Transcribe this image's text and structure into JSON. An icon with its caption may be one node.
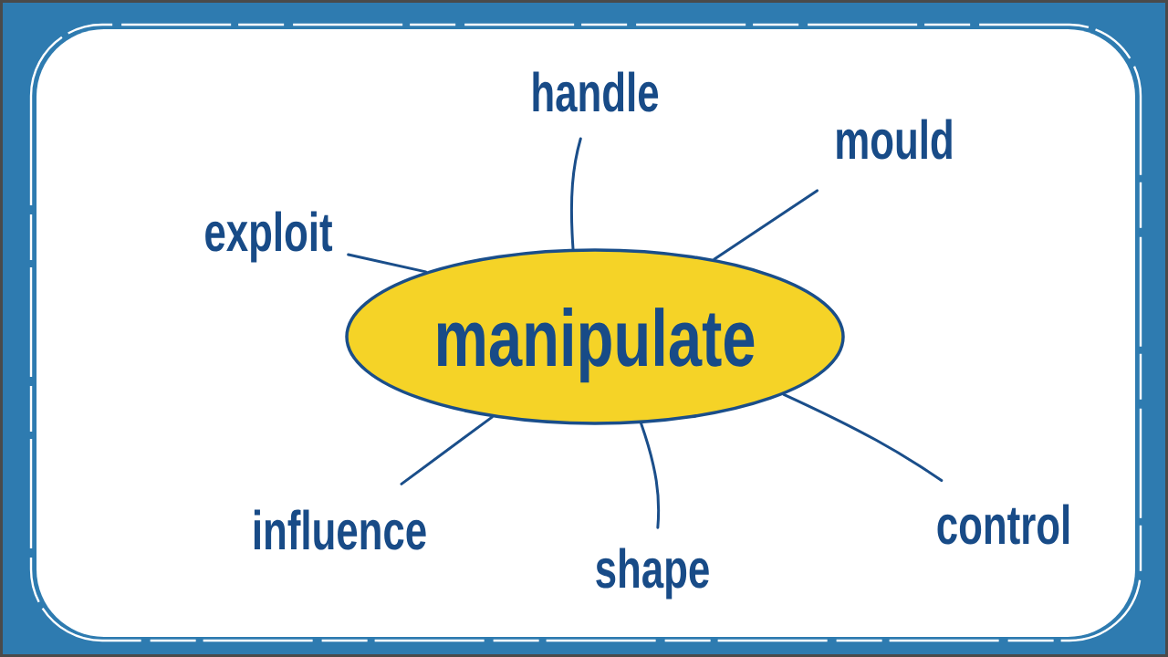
{
  "diagram": {
    "nodes": [
      {
        "text": [
          "handle"
        ]
      },
      {
        "text": [
          "mould"
        ]
      },
      {
        "text": [
          "exploit"
        ]
      },
      {
        "text": [
          "manipulate"
        ]
      },
      {
        "text": [
          "control"
        ]
      },
      {
        "text": [
          "influence"
        ]
      },
      {
        "text": [
          "shape"
        ]
      }
    ],
    "edges": [
      {
        "from": 3,
        "to": 0,
        "arrow": "none"
      },
      {
        "from": 3,
        "to": 1,
        "arrow": "none"
      },
      {
        "from": 3,
        "to": 2,
        "arrow": "none"
      },
      {
        "from": 3,
        "to": 4,
        "arrow": "none"
      },
      {
        "from": 3,
        "to": 5,
        "arrow": "none"
      },
      {
        "from": 3,
        "to": 6,
        "arrow": "none"
      }
    ]
  }
}
